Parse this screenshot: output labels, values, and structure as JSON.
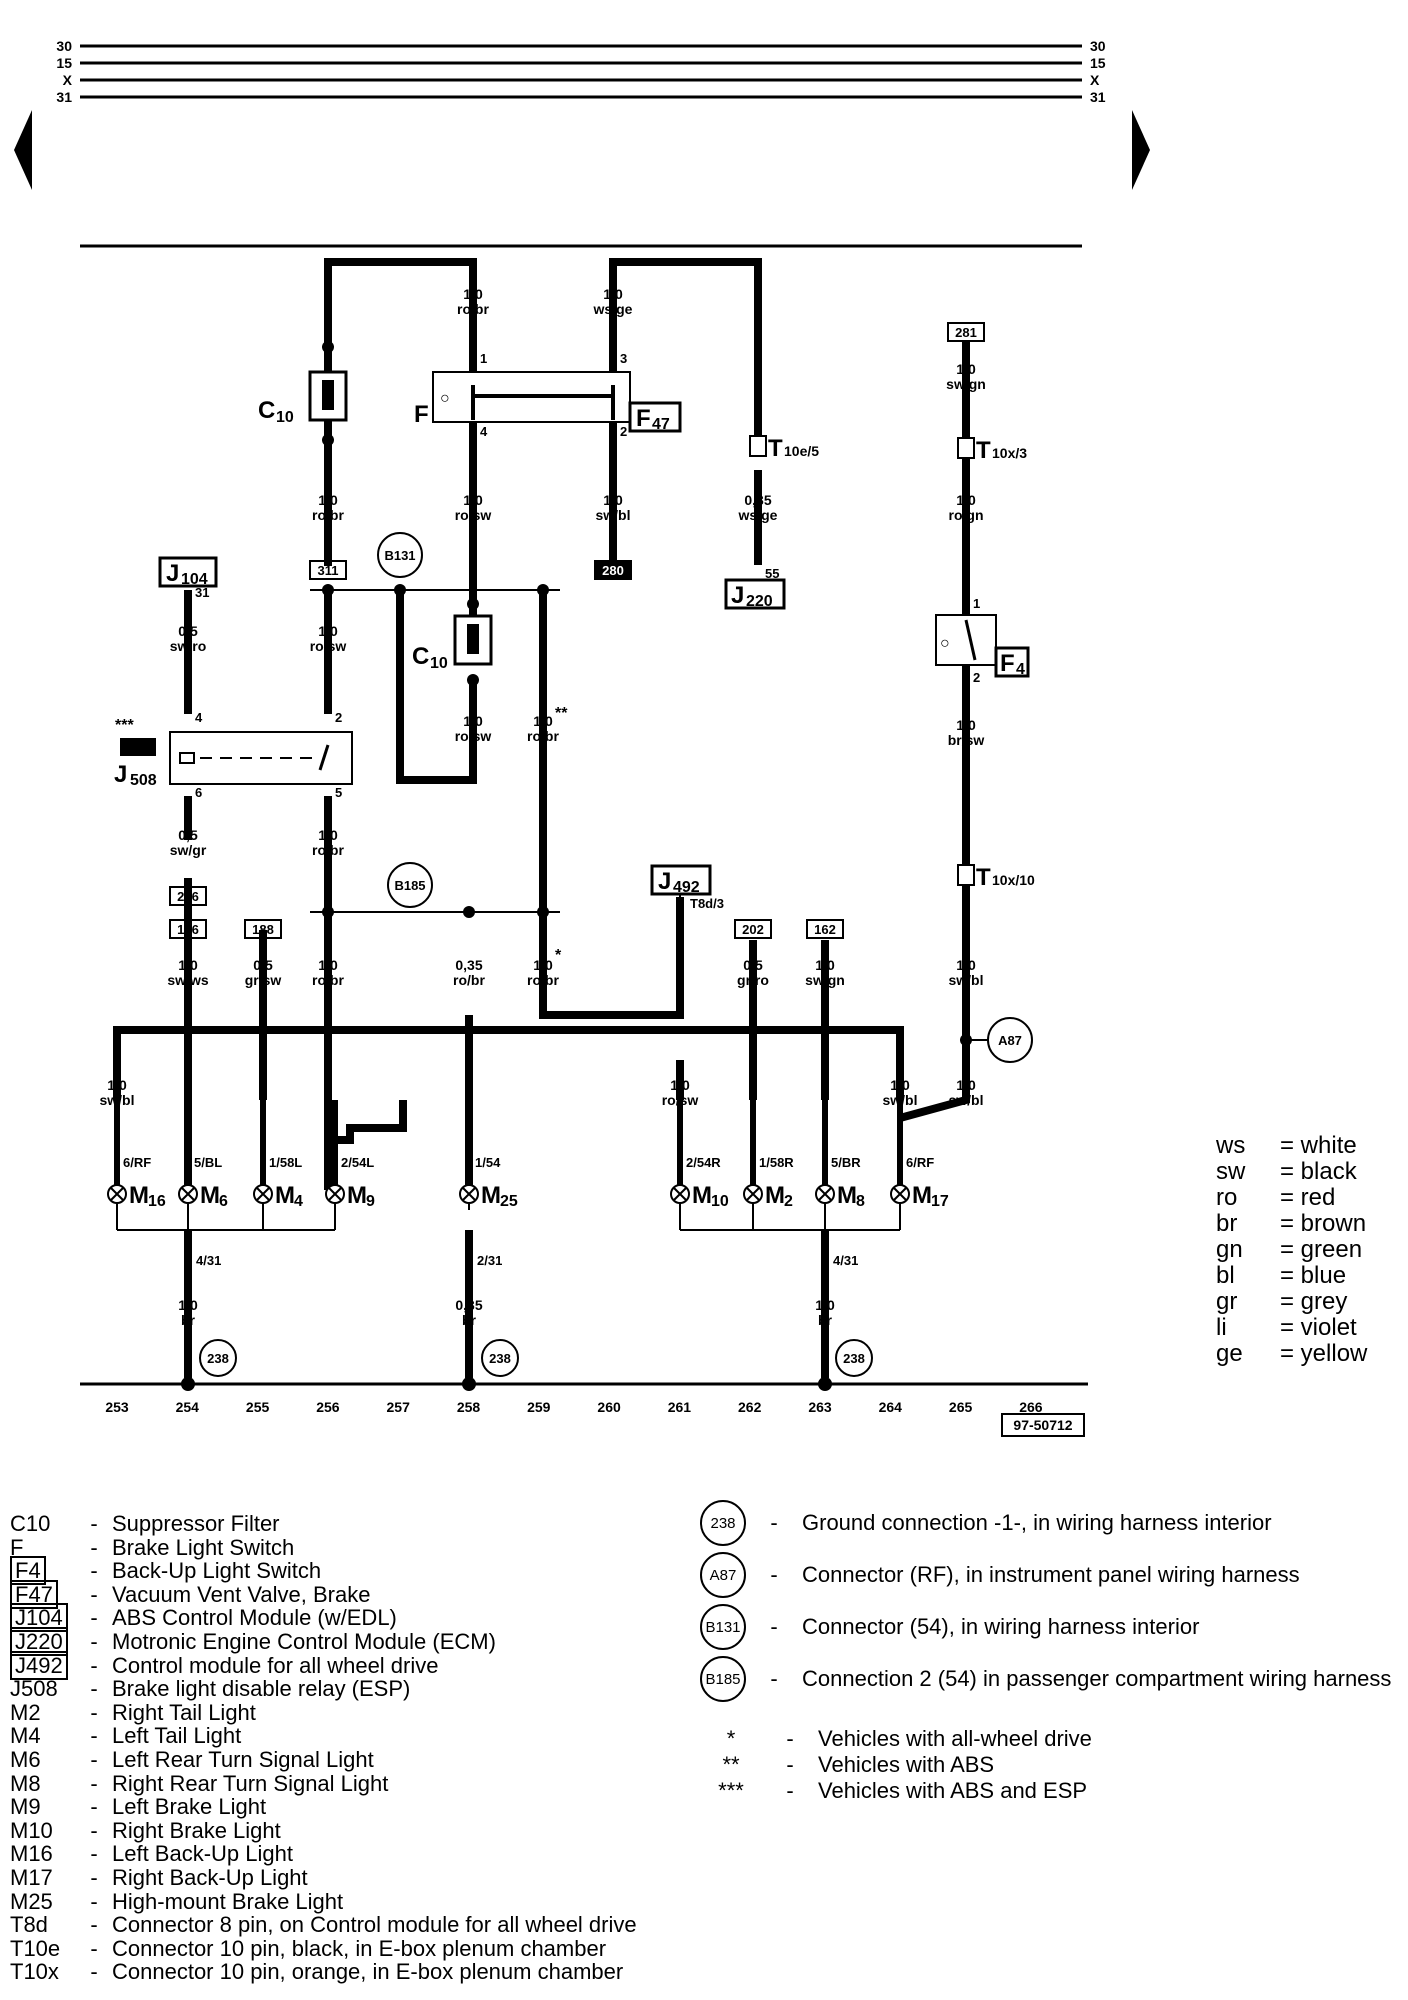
{
  "rails": {
    "left": [
      "30",
      "15",
      "X",
      "31"
    ],
    "right": [
      "30",
      "15",
      "X",
      "31"
    ]
  },
  "wires": {
    "w_ro_br_f": "1,0\nro/br",
    "w_ws_ge": "1,0\nws/ge",
    "w_sw_gn_281": "1,0\nsw/gn",
    "w_ro_br_c10": "1,0\nro/br",
    "w_ro_sw_f": "1,0\nro/sw",
    "w_sw_bl_f47": "1,0\nsw/bl",
    "w_ws_ge_j220": "0,35\nws/ge",
    "w_ro_gn": "1,0\nro/gn",
    "w_sw_ro_j104": "0,5\nsw/ro",
    "w_ro_sw_311": "1,0\nro/sw",
    "w_ro_sw_c10b": "1,0\nro/sw",
    "w_ro_br_abs": "1,0\nro/br",
    "w_br_sw_f4": "1,0\nbr/sw",
    "w_sw_gr": "0,5\nsw/gr",
    "w_ro_br_j508": "1,0\nro/br",
    "w_sw_ws": "1,0\nsw/ws",
    "w_gr_sw": "0,5\ngr/sw",
    "w_ro_br_m9": "1,0\nro/br",
    "w_ro_br_m25": "0,35\nro/br",
    "w_ro_br_awd": "1,0\nro/br",
    "w_gr_ro": "0,5\ngr/ro",
    "w_sw_gn_162": "1,0\nsw/gn",
    "w_sw_bl_t10x": "1,0\nsw/bl",
    "w_sw_bl_m16": "1,0\nsw/bl",
    "w_ro_sw_m10": "1,0\nro/sw",
    "w_sw_bl_m17": "1,0\nsw/bl",
    "w_sw_bl_a87": "1,0\nsw/bl",
    "w_br_1": "1,0\nbr",
    "w_br_2": "0,35\nbr",
    "w_br_3": "1,0\nbr"
  },
  "marks": {
    "double_star": "**",
    "star": "*",
    "triple_star": "***",
    "pins": {
      "f1": "1",
      "f3": "3",
      "f4": "4",
      "f2": "2",
      "j220_55": "55",
      "j104_31": "31",
      "f4_1": "1",
      "f4_2": "2",
      "j508_4": "4",
      "j508_2": "2",
      "j508_6": "6",
      "j508_5": "5",
      "j492_t8d": "T8d/3",
      "m_4_31": "4/31",
      "m_2_31": "2/31",
      "m_4_31b": "4/31"
    }
  },
  "boxes": [
    "281",
    "311",
    "280",
    "296",
    "146",
    "188",
    "202",
    "162"
  ],
  "components": {
    "c10a": {
      "main": "C",
      "sub": "10"
    },
    "c10b": {
      "main": "C",
      "sub": "10"
    },
    "f": "F",
    "f47": {
      "main": "F",
      "sub": "47"
    },
    "f4": {
      "main": "F",
      "sub": "4"
    },
    "j104": {
      "main": "J",
      "sub": "104"
    },
    "j220": {
      "main": "J",
      "sub": "220"
    },
    "j492": {
      "main": "J",
      "sub": "492"
    },
    "j508": {
      "main": "J",
      "sub": "508"
    },
    "t10e5": {
      "main": "T",
      "sub": "10e/5"
    },
    "t10x3": {
      "main": "T",
      "sub": "10x/3"
    },
    "t10x10": {
      "main": "T",
      "sub": "10x/10"
    },
    "b131": "B131",
    "b185": "B185",
    "a87": "A87",
    "g238": "238"
  },
  "lamps": [
    {
      "pin": "6/RF",
      "main": "M",
      "sub": "16"
    },
    {
      "pin": "5/BL",
      "main": "M",
      "sub": "6"
    },
    {
      "pin": "1/58L",
      "main": "M",
      "sub": "4"
    },
    {
      "pin": "2/54L",
      "main": "M",
      "sub": "9"
    },
    {
      "pin": "1/54",
      "main": "M",
      "sub": "25"
    },
    {
      "pin": "2/54R",
      "main": "M",
      "sub": "10"
    },
    {
      "pin": "1/58R",
      "main": "M",
      "sub": "2"
    },
    {
      "pin": "5/BR",
      "main": "M",
      "sub": "8"
    },
    {
      "pin": "6/RF",
      "main": "M",
      "sub": "17"
    }
  ],
  "bottom_numbers": [
    "253",
    "254",
    "255",
    "256",
    "257",
    "258",
    "259",
    "260",
    "261",
    "262",
    "263",
    "264",
    "265",
    "266"
  ],
  "diagram_id": "97-50712",
  "color_codes": [
    {
      "code": "ws",
      "meaning": "= white"
    },
    {
      "code": "sw",
      "meaning": "= black"
    },
    {
      "code": "ro",
      "meaning": "= red"
    },
    {
      "code": "br",
      "meaning": "= brown"
    },
    {
      "code": "gn",
      "meaning": "= green"
    },
    {
      "code": "bl",
      "meaning": "= blue"
    },
    {
      "code": "gr",
      "meaning": "= grey"
    },
    {
      "code": "li",
      "meaning": "= violet"
    },
    {
      "code": "ge",
      "meaning": "= yellow"
    }
  ],
  "legend": [
    {
      "code": "C10",
      "boxed": false,
      "dash": "-",
      "desc": "Suppressor Filter"
    },
    {
      "code": "F",
      "boxed": false,
      "dash": "-",
      "desc": "Brake Light Switch"
    },
    {
      "code": "F4",
      "boxed": true,
      "dash": "-",
      "desc": "Back-Up Light Switch"
    },
    {
      "code": "F47",
      "boxed": true,
      "dash": "-",
      "desc": "Vacuum Vent Valve, Brake"
    },
    {
      "code": "J104",
      "boxed": true,
      "dash": "-",
      "desc": "ABS Control Module (w/EDL)"
    },
    {
      "code": "J220",
      "boxed": true,
      "dash": "-",
      "desc": "Motronic Engine Control Module (ECM)"
    },
    {
      "code": "J492",
      "boxed": true,
      "dash": "-",
      "desc": "Control module for all wheel drive"
    },
    {
      "code": "J508",
      "boxed": false,
      "dash": "-",
      "desc": "Brake light disable relay (ESP)"
    },
    {
      "code": "M2",
      "boxed": false,
      "dash": "-",
      "desc": "Right Tail Light"
    },
    {
      "code": "M4",
      "boxed": false,
      "dash": "-",
      "desc": "Left Tail Light"
    },
    {
      "code": "M6",
      "boxed": false,
      "dash": "-",
      "desc": "Left Rear Turn Signal Light"
    },
    {
      "code": "M8",
      "boxed": false,
      "dash": "-",
      "desc": "Right Rear Turn Signal Light"
    },
    {
      "code": "M9",
      "boxed": false,
      "dash": "-",
      "desc": "Left Brake Light"
    },
    {
      "code": "M10",
      "boxed": false,
      "dash": "-",
      "desc": "Right Brake Light"
    },
    {
      "code": "M16",
      "boxed": false,
      "dash": "-",
      "desc": "Left Back-Up Light"
    },
    {
      "code": "M17",
      "boxed": false,
      "dash": "-",
      "desc": "Right Back-Up Light"
    },
    {
      "code": "M25",
      "boxed": false,
      "dash": "-",
      "desc": "High-mount Brake Light"
    },
    {
      "code": "T8d",
      "boxed": false,
      "dash": "-",
      "desc": "Connector 8 pin, on Control module for all wheel drive"
    },
    {
      "code": "T10e",
      "boxed": false,
      "dash": "-",
      "desc": "Connector 10 pin, black, in E-box plenum chamber"
    },
    {
      "code": "T10x",
      "boxed": false,
      "dash": "-",
      "desc": "Connector 10 pin, orange, in E-box plenum chamber"
    }
  ],
  "ground_legend": [
    {
      "symbol": "238",
      "dash": "-",
      "desc": "Ground connection -1-, in wiring harness interior"
    },
    {
      "symbol": "A87",
      "dash": "-",
      "desc": "Connector (RF), in instrument panel wiring harness"
    },
    {
      "symbol": "B131",
      "dash": "-",
      "desc": "Connector (54), in wiring harness interior"
    },
    {
      "symbol": "B185",
      "dash": "-",
      "desc": "Connection 2 (54) in passenger compartment wiring harness"
    }
  ],
  "notes": [
    {
      "mark": "*",
      "dash": "-",
      "desc": "Vehicles with all-wheel drive"
    },
    {
      "mark": "**",
      "dash": "-",
      "desc": "Vehicles with ABS"
    },
    {
      "mark": "***",
      "dash": "-",
      "desc": "Vehicles with ABS and ESP"
    }
  ]
}
